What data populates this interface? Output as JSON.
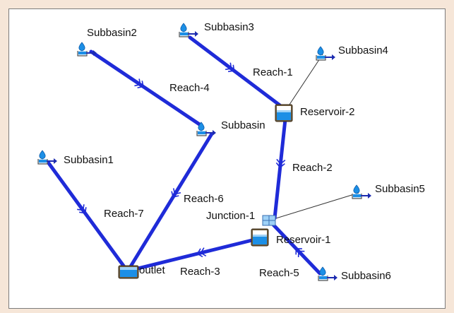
{
  "colors": {
    "page_background": "#f6e6d8",
    "canvas_background": "#ffffff",
    "reach_line": "#1f2bd8",
    "connector_line": "#333333",
    "element_blue": "#1c8fe6"
  },
  "model": {
    "elements": [
      {
        "id": "sub2",
        "type": "subbasin",
        "label": "Subbasin2"
      },
      {
        "id": "sub3",
        "type": "subbasin",
        "label": "Subbasin3"
      },
      {
        "id": "sub4",
        "type": "subbasin",
        "label": "Subbasin4"
      },
      {
        "id": "subm",
        "type": "subbasin",
        "label": "Subbasin"
      },
      {
        "id": "sub1",
        "type": "subbasin",
        "label": "Subbasin1"
      },
      {
        "id": "sub5",
        "type": "subbasin",
        "label": "Subbasin5"
      },
      {
        "id": "sub6",
        "type": "subbasin",
        "label": "Subbasin6"
      },
      {
        "id": "res2",
        "type": "reservoir",
        "label": "Reservoir-2"
      },
      {
        "id": "res1",
        "type": "reservoir",
        "label": "Reservoir-1"
      },
      {
        "id": "junc1",
        "type": "junction",
        "label": "Junction-1"
      },
      {
        "id": "outlet",
        "type": "sink",
        "label": "outlet"
      }
    ],
    "reaches": [
      {
        "id": "r1",
        "label": "Reach-1",
        "from": "sub3",
        "to": "res2"
      },
      {
        "id": "r2",
        "label": "Reach-2",
        "from": "res2",
        "to": "junc1"
      },
      {
        "id": "r3",
        "label": "Reach-3",
        "from": "res1",
        "to": "outlet"
      },
      {
        "id": "r4",
        "label": "Reach-4",
        "from": "sub2",
        "to": "subm"
      },
      {
        "id": "r5",
        "label": "Reach-5",
        "from": "sub6",
        "to": "junc1"
      },
      {
        "id": "r6",
        "label": "Reach-6",
        "from": "subm",
        "to": "outlet"
      },
      {
        "id": "r7",
        "label": "Reach-7",
        "from": "sub1",
        "to": "outlet"
      }
    ],
    "connectors": [
      {
        "from": "sub4",
        "to": "res2"
      },
      {
        "from": "sub5",
        "to": "junc1"
      }
    ]
  }
}
